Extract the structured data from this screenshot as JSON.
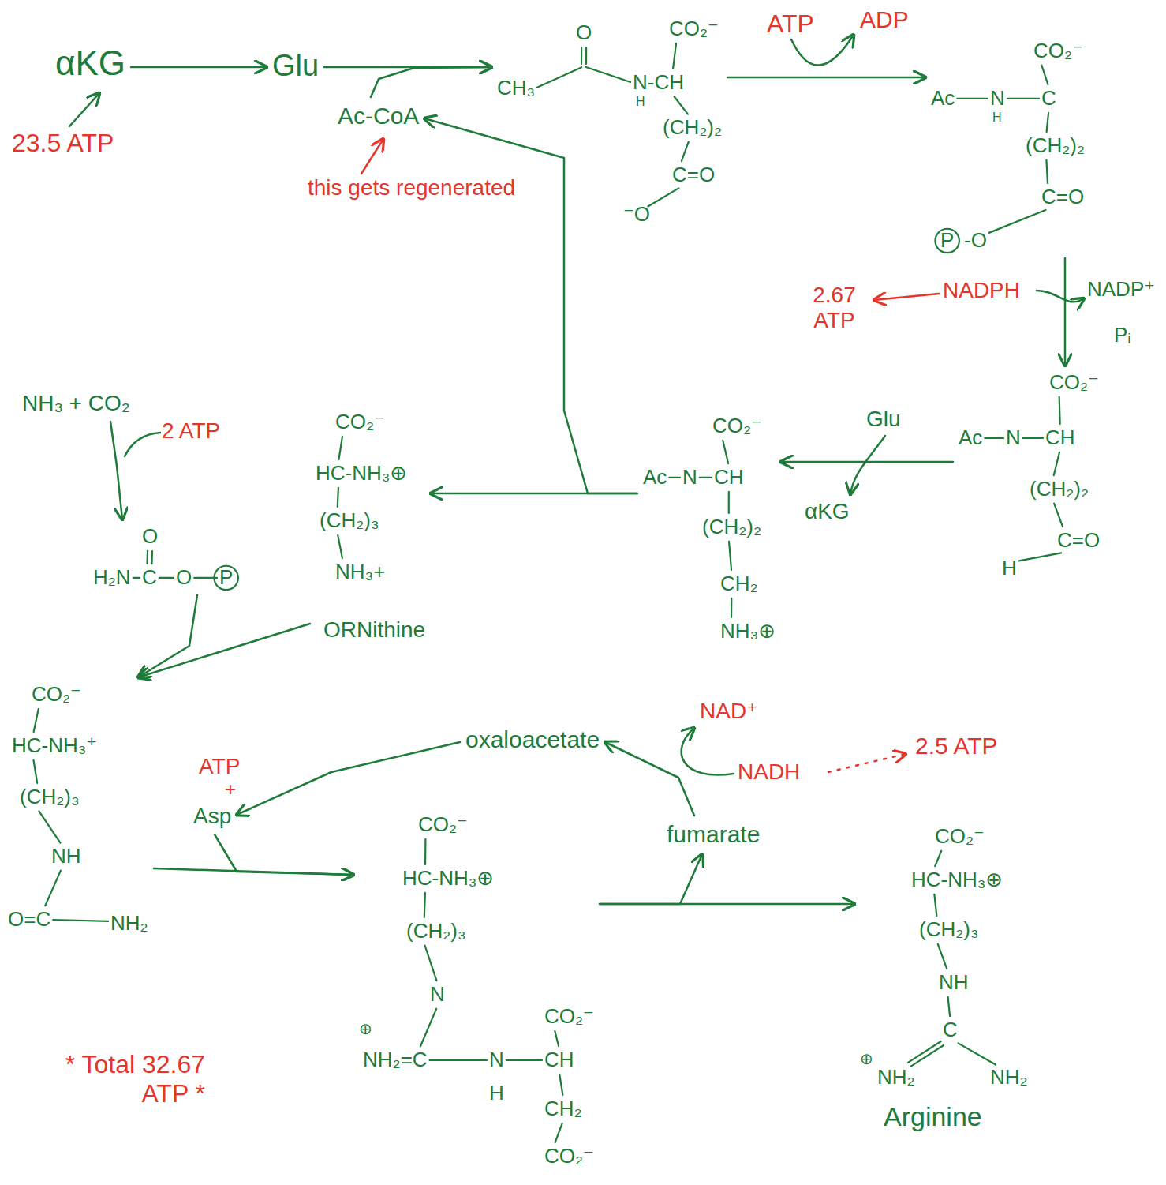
{
  "diagram": {
    "nodes": [
      {
        "text": [
          "αKG"
        ]
      },
      {
        "text": [
          "Glu"
        ]
      },
      {
        "text": [
          "Ac-CoA"
        ]
      },
      {
        "text": [
          "O",
          "CH₃",
          "N-CH",
          "H",
          "CO₂⁻",
          "(CH₂)₂",
          "C=O",
          "⁻O"
        ]
      },
      {
        "text": [
          "CO₂⁻",
          "Ac",
          "N",
          "H",
          "C",
          "(CH₂)₂",
          "C=O",
          "P",
          "-O"
        ]
      },
      {
        "text": [
          "NH₃ + CO₂"
        ]
      },
      {
        "text": [
          "CO₂⁻",
          "HC-NH₃⊕",
          "(CH₂)₃",
          "NH₃+",
          "ORNithine"
        ]
      },
      {
        "text": [
          "CO₂⁻",
          "Ac",
          "N",
          "CH",
          "(CH₂)₂",
          "CH₂",
          "NH₃⊕"
        ]
      },
      {
        "text": [
          "CO₂⁻",
          "Ac",
          "N",
          "CH",
          "(CH₂)₂",
          "C=O",
          "H"
        ]
      },
      {
        "text": [
          "O",
          "H₂N",
          "C",
          "O",
          "P"
        ]
      },
      {
        "text": [
          "CO₂⁻",
          "HC-NH₃⁺",
          "(CH₂)₃",
          "NH",
          "O=C",
          "NH₂"
        ]
      },
      {
        "text": [
          "oxaloacetate"
        ]
      },
      {
        "text": [
          "fumarate"
        ]
      },
      {
        "text": [
          "Asp"
        ]
      },
      {
        "text": [
          "CO₂⁻",
          "HC-NH₃⊕",
          "(CH₂)₃",
          "N",
          "⊕",
          "NH₂=C",
          "N",
          "H",
          "CO₂⁻",
          "CH",
          "CH₂",
          "CO₂⁻"
        ]
      },
      {
        "text": [
          "CO₂⁻",
          "HC-NH₃⊕",
          "(CH₂)₃",
          "NH",
          "C",
          "⊕",
          "NH₂",
          "NH₂",
          "Arginine"
        ]
      }
    ],
    "edges": [
      {
        "from": 0,
        "to": 1,
        "arrow": "to"
      },
      {
        "from": 1,
        "to": 3,
        "arrow": "to"
      },
      {
        "from": 2,
        "to": 3,
        "arrow": "to"
      },
      {
        "from": 3,
        "to": 4,
        "arrow": "to"
      },
      {
        "from": 4,
        "to": 8,
        "arrow": "to"
      },
      {
        "from": 8,
        "to": 7,
        "arrow": "to"
      },
      {
        "from": 7,
        "to": 6,
        "arrow": "to"
      },
      {
        "from": 7,
        "to": 2,
        "arrow": "to"
      },
      {
        "from": 5,
        "to": 9,
        "arrow": "to"
      },
      {
        "from": 9,
        "to": 10,
        "arrow": "to"
      },
      {
        "from": 6,
        "to": 10,
        "arrow": "to"
      },
      {
        "from": 10,
        "to": 14,
        "arrow": "to"
      },
      {
        "from": 13,
        "to": 14,
        "arrow": "to"
      },
      {
        "from": 14,
        "to": 15,
        "arrow": "to"
      },
      {
        "from": 14,
        "to": 12,
        "arrow": "to"
      },
      {
        "from": 12,
        "to": 11,
        "arrow": "to"
      },
      {
        "from": 11,
        "to": 13,
        "arrow": "to"
      }
    ],
    "labels": [
      "23.5 ATP",
      "this gets regenerated",
      "ATP",
      "ADP",
      "2.67 ATP",
      "NADPH",
      "NADP⁺",
      "Pᵢ",
      "Glu",
      "αKG",
      "2 ATP",
      "NAD⁺",
      "NADH",
      "2.5 ATP",
      "ATP",
      "+",
      "* Total 32.67 ATP *"
    ]
  }
}
